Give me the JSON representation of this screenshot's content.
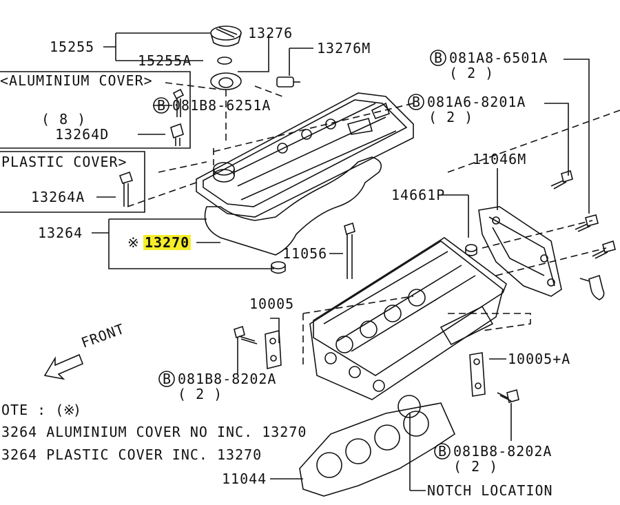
{
  "labels": {
    "p15255": "15255",
    "p15255a": "15255A",
    "p13276": "13276",
    "p13276m": "13276M",
    "alu_cover": "<ALUMINIUM COVER>",
    "b081b8_6251a": "081B8-6251A",
    "q8": "( 8 )",
    "p13264d": "13264D",
    "plastic_cover": "PLASTIC COVER>",
    "p13264a": "13264A",
    "p13264": "13264",
    "p13270": "13270",
    "p11056": "11056",
    "p14661p": "14661P",
    "p11046m": "11046M",
    "b081a8_6501a": "081A8-6501A",
    "q2a": "( 2 )",
    "b081a6_8201a": "081A6-8201A",
    "q2b": "( 2 )",
    "p10005": "10005",
    "p10005a": "10005+A",
    "front": "FRONT",
    "b081b8_8202a_l": "081B8-8202A",
    "q2c": "( 2 )",
    "b081b8_8202a_r": "081B8-8202A",
    "q2d": "( 2 )",
    "p11044": "11044",
    "notch": "NOTCH LOCATION",
    "note": "OTE : (",
    "note_sym": "※",
    "note_close": ")",
    "note_line1": "3264 ALUMINIUM COVER NO INC. 13270",
    "note_line2": "3264 PLASTIC COVER INC. 13270",
    "ref_mark": "※",
    "circle_b": "B"
  },
  "colors": {
    "highlight": "#f6ee2a",
    "ink": "#111111"
  }
}
